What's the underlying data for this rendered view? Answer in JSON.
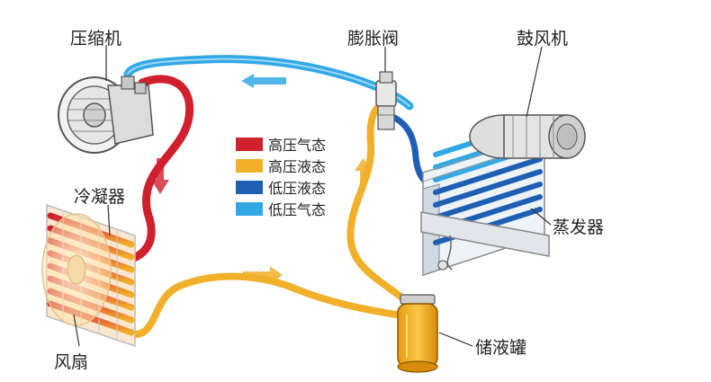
{
  "labels": {
    "compressor": "压缩机",
    "expansion_valve": "膨胀阀",
    "blower": "鼓风机",
    "condenser": "冷凝器",
    "evaporator": "蒸发器",
    "receiver_drier": "储液罐",
    "fan": "风扇"
  },
  "legend": [
    {
      "label": "高压气态",
      "color": "#d0202e"
    },
    {
      "label": "高压液态",
      "color": "#f0b02a"
    },
    {
      "label": "低压液态",
      "color": "#1e5fb4"
    },
    {
      "label": "低压气态",
      "color": "#33a8e6"
    }
  ],
  "colors": {
    "high_pressure_gas": "#d0202e",
    "high_pressure_liquid": "#f0b02a",
    "low_pressure_liquid": "#1e5fb4",
    "low_pressure_gas": "#33a8e6"
  }
}
